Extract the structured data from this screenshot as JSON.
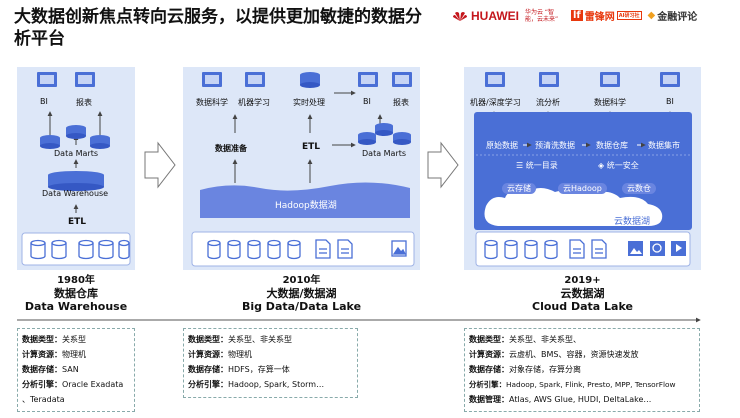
{
  "title": "大数据创新焦点转向云服务，以提供更加敏捷的数据分析平台",
  "logos": {
    "huawei": "HUAWEI",
    "huawei_sub": "华为云 “智能，云未来”",
    "leifeng": "雷锋网",
    "leifeng_tag": "AI研习社",
    "jinrong": "金融评论"
  },
  "col1": {
    "bi": "BI",
    "report": "报表",
    "datamarts": "Data Marts",
    "warehouse": "Data Warehouse",
    "etl": "ETL"
  },
  "col2": {
    "ds": "数据科学",
    "ml": "机器学习",
    "rt": "实时处理",
    "bi": "BI",
    "report": "报表",
    "prep": "数据准备",
    "etl": "ETL",
    "datamarts": "Data Marts",
    "hadoop": "Hadoop数据湖"
  },
  "col3": {
    "ml": "机器/深度学习",
    "stream": "流分析",
    "ds": "数据科学",
    "bi": "BI",
    "raw": "原始数据",
    "pre": "预清洗数据",
    "dw": "数据仓库",
    "mart": "数据集市",
    "catalog": "统一目录",
    "security": "统一安全",
    "store": "云存储",
    "hadoop": "云Hadoop",
    "wh": "云数仓",
    "lake": "云数据湖"
  },
  "eras": [
    {
      "year": "1980年",
      "name": "数据仓库",
      "en": "Data Warehouse"
    },
    {
      "year": "2010年",
      "name": "大数据/数据湖",
      "en": "Big Data/Data Lake"
    },
    {
      "year": "2019+",
      "name": "云数据湖",
      "en": "Cloud Data Lake"
    }
  ],
  "info1": [
    {
      "k": "数据类型：",
      "v": "关系型"
    },
    {
      "k": "计算资源：",
      "v": "物理机"
    },
    {
      "k": "数据存储：",
      "v": "SAN"
    },
    {
      "k": "分析引擎：",
      "v": "Oracle Exadata"
    },
    {
      "k": "",
      "v": "、Teradata"
    }
  ],
  "info2": [
    {
      "k": "数据类型：",
      "v": "关系型、非关系型"
    },
    {
      "k": "计算资源：",
      "v": "物理机"
    },
    {
      "k": "数据存储：",
      "v": "HDFS，存算一体"
    },
    {
      "k": "分析引擎：",
      "v": "Hadoop, Spark, Storm…"
    }
  ],
  "info3": [
    {
      "k": "数据类型：",
      "v": "关系型、非关系型、"
    },
    {
      "k": "计算资源：",
      "v": "云虚机、BMS、容器，资源快速发放"
    },
    {
      "k": "数据存储：",
      "v": "对象存储，存算分离"
    },
    {
      "k": "分析引擎：",
      "v": "Hadoop, Spark, Flink, Presto, MPP, TensorFlow"
    },
    {
      "k": "数据管理：",
      "v": "Atlas, AWS Glue, HUDI, DeltaLake…"
    }
  ],
  "colors": {
    "panel": "#dde7f8",
    "blue": "#4a6fd6",
    "lake": "#6a85e0",
    "flow": "#4f7bd8"
  }
}
